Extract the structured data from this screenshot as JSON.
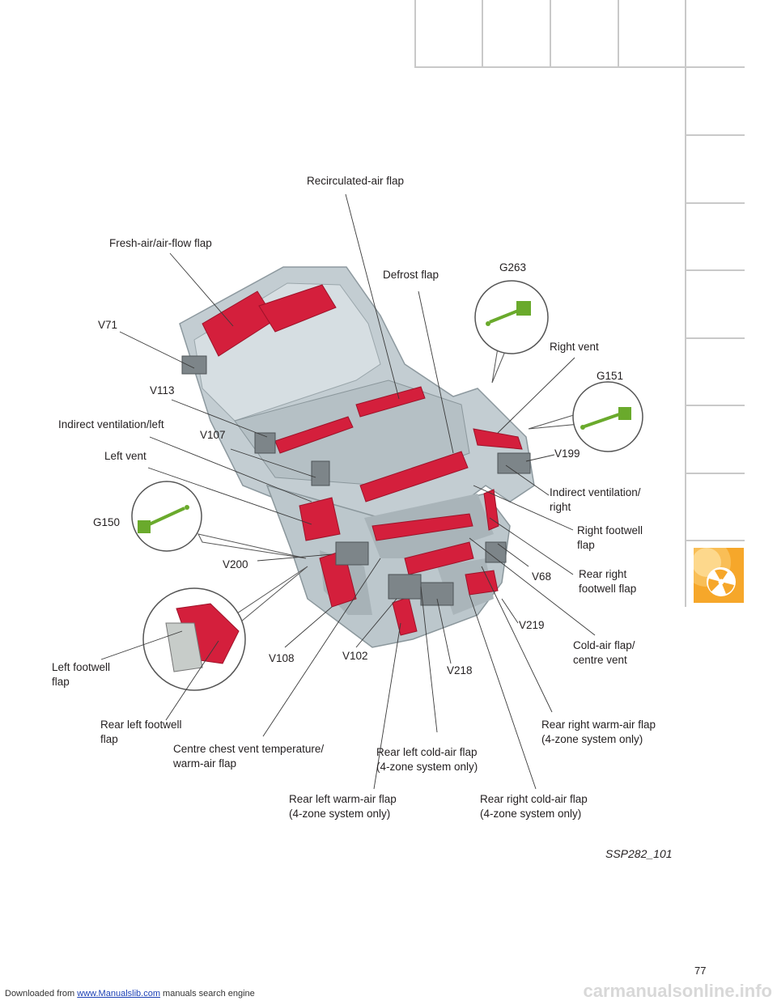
{
  "labels": {
    "recirc": "Recirculated-air flap",
    "fresh": "Fresh-air/air-flow flap",
    "defrost": "Defrost flap",
    "g263": "G263",
    "v71": "V71",
    "right_vent": "Right vent",
    "g151": "G151",
    "v113": "V113",
    "indirect_left": "Indirect ventilation/left",
    "v107": "V107",
    "v199": "V199",
    "left_vent": "Left vent",
    "indirect_right_1": "Indirect ventilation/",
    "indirect_right_2": "right",
    "g150": "G150",
    "right_footwell_1": "Right footwell",
    "right_footwell_2": "flap",
    "v200": "V200",
    "v68": "V68",
    "rear_right_fw_1": "Rear right",
    "rear_right_fw_2": "footwell flap",
    "v219": "V219",
    "cold_air_1": "Cold-air flap/",
    "cold_air_2": "centre vent",
    "left_fw_1": "Left footwell",
    "left_fw_2": "flap",
    "v108": "V108",
    "v102": "V102",
    "v218": "V218",
    "rear_left_fw_1": "Rear left footwell",
    "rear_left_fw_2": "flap",
    "rr_warm_1": "Rear right warm-air flap",
    "rr_warm_2": "(4-zone system only)",
    "centre_chest_1": "Centre chest vent temperature/",
    "centre_chest_2": "warm-air flap",
    "rl_cold_1": "Rear left cold-air flap",
    "rl_cold_2": "(4-zone system only)",
    "rl_warm_1": "Rear left warm-air flap",
    "rl_warm_2": "(4-zone system only)",
    "rr_cold_1": "Rear right cold-air flap",
    "rr_cold_2": "(4-zone system only)"
  },
  "figure_id": "SSP282_101",
  "page_number": "77",
  "footer": {
    "prefix": "Downloaded from ",
    "link": "www.Manualslib.com",
    "suffix": " manuals search engine"
  },
  "watermark": "carmanualsonline.info",
  "colors": {
    "flap_red": "#d41f3c",
    "housing_grey": "#b9c4c9",
    "leader": "#3a3a3a",
    "tab_orange": "#f49b22"
  }
}
